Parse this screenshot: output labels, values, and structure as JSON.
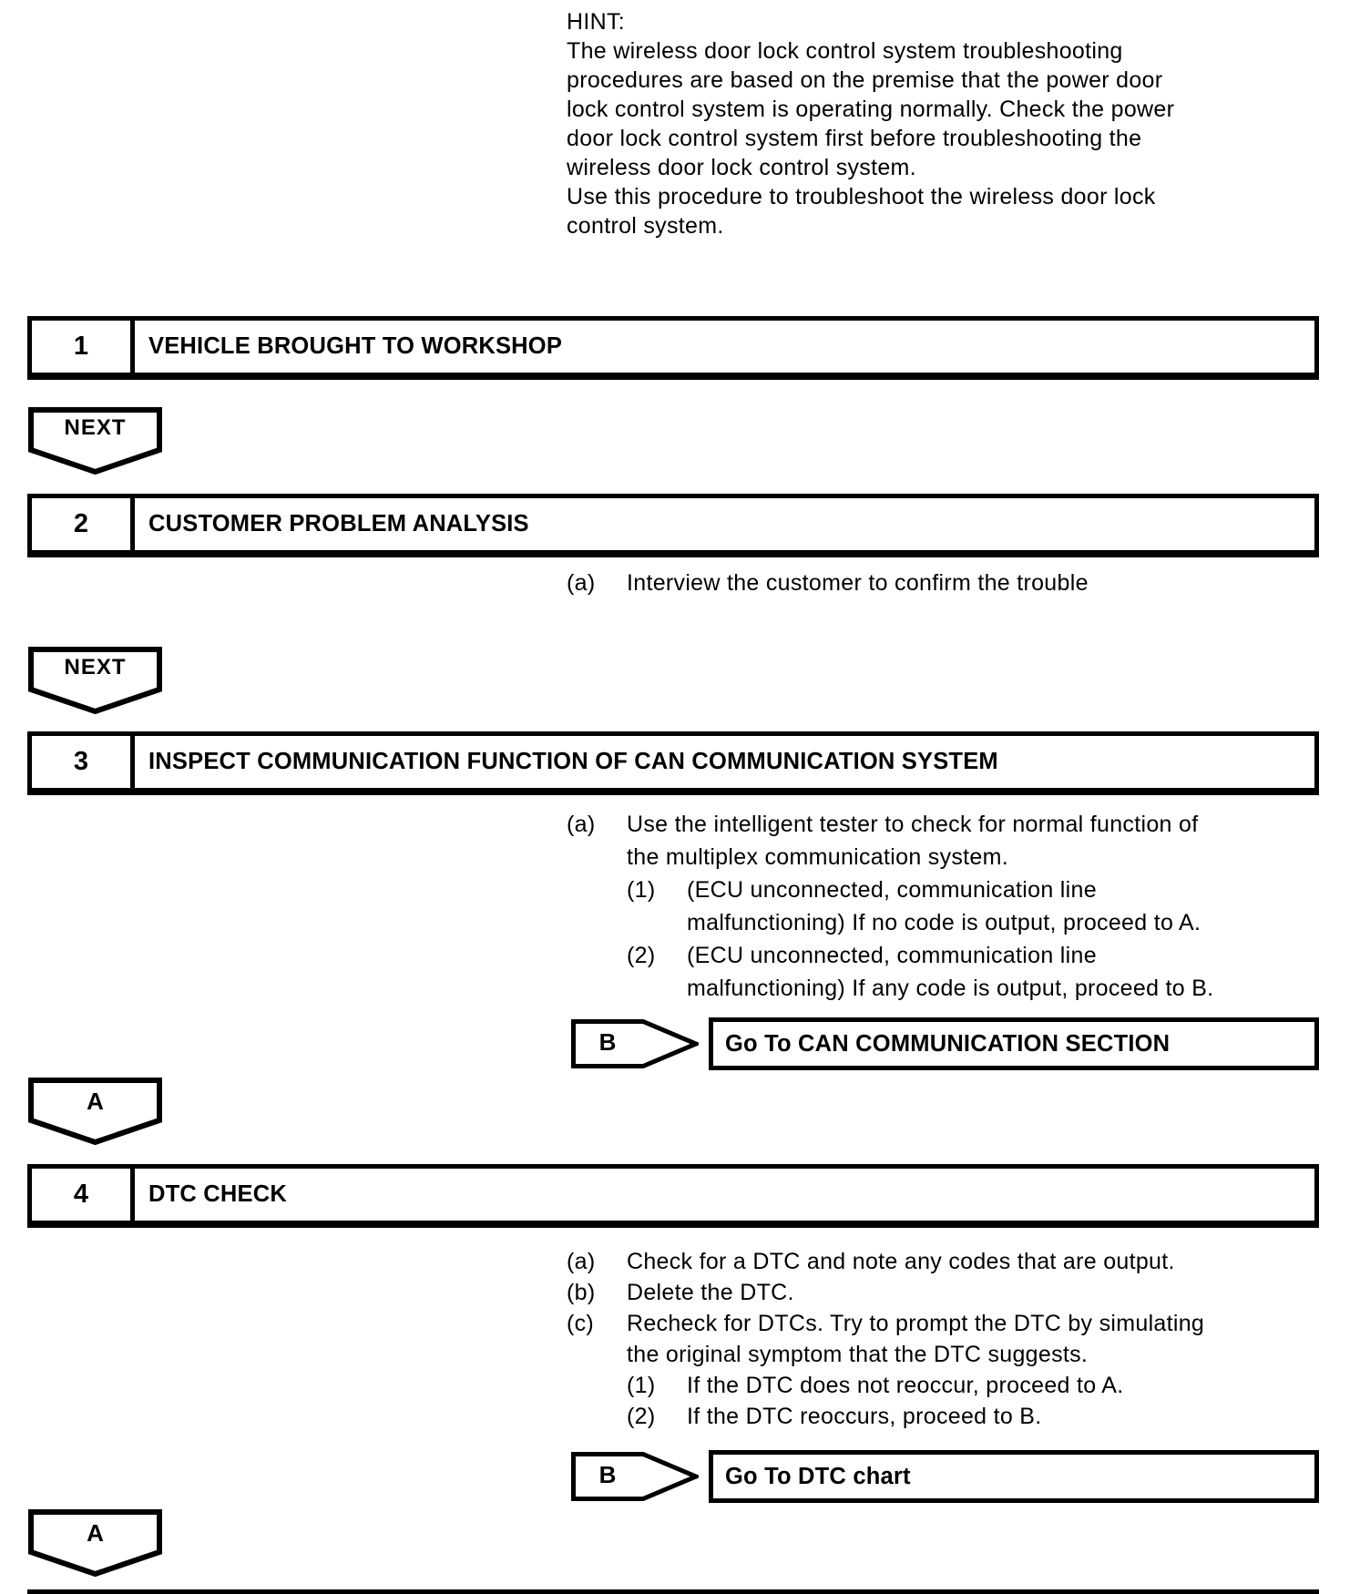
{
  "page": {
    "background": "#ffffff",
    "text_color": "#000000",
    "border_color": "#000000"
  },
  "hint": {
    "lines": [
      "HINT:",
      "The wireless door lock control system troubleshooting",
      "procedures are based on the premise that the power door",
      "lock control system is operating normally. Check the power",
      "door lock control system first before troubleshooting the",
      "wireless door lock control system.",
      "Use this procedure to troubleshoot the wireless door lock",
      "control system."
    ]
  },
  "steps": [
    {
      "number": "1",
      "title": "VEHICLE BROUGHT TO WORKSHOP"
    },
    {
      "number": "2",
      "title": "CUSTOMER PROBLEM ANALYSIS"
    },
    {
      "number": "3",
      "title": "INSPECT COMMUNICATION FUNCTION OF CAN COMMUNICATION SYSTEM"
    },
    {
      "number": "4",
      "title": "DTC CHECK"
    }
  ],
  "connector_labels": {
    "next": "NEXT",
    "a": "A",
    "b": "B"
  },
  "step2_list": [
    {
      "marker": "(a)",
      "text": "Interview the customer to confirm the trouble"
    }
  ],
  "step3_list": [
    {
      "marker": "(a)",
      "text": "Use the intelligent tester to check for normal function of"
    },
    {
      "text": "the multiplex communication system."
    },
    {
      "marker": "(1)",
      "text": "(ECU unconnected, communication line"
    },
    {
      "text": "malfunctioning) If no code is output, proceed to A."
    },
    {
      "marker": "(2)",
      "text": "(ECU unconnected, communication line"
    },
    {
      "text": "malfunctioning) If any code is output, proceed to B."
    }
  ],
  "step4_list": [
    {
      "marker": "(a)",
      "text": "Check for a DTC and note any codes that are output."
    },
    {
      "marker": "(b)",
      "text": "Delete the DTC."
    },
    {
      "marker": "(c)",
      "text": "Recheck for DTCs. Try to prompt the DTC by simulating"
    },
    {
      "text": "the original symptom that the DTC suggests."
    },
    {
      "marker": "(1)",
      "text": "If the DTC does not reoccur, proceed to A."
    },
    {
      "marker": "(2)",
      "text": "If the DTC reoccurs, proceed to B."
    }
  ],
  "goto_boxes": [
    {
      "label": "Go To CAN COMMUNICATION SECTION"
    },
    {
      "label": "Go To DTC chart"
    }
  ]
}
